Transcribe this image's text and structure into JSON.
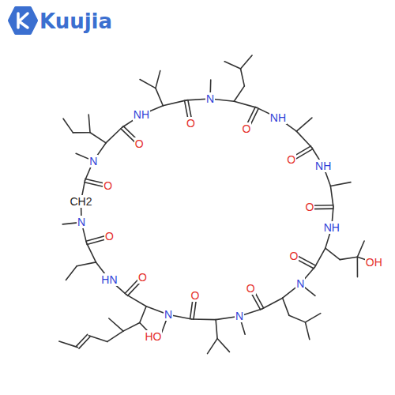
{
  "diagram": {
    "labels": [
      "Kuujia",
      "N",
      "O",
      "NH",
      "O",
      "N",
      "O",
      "NH",
      "O",
      "NH",
      "O",
      "NH",
      "OH",
      "O",
      "N",
      "O",
      "N",
      "O",
      "N",
      "HO",
      "O",
      "HN",
      "O",
      "N",
      "CH2",
      "O"
    ]
  }
}
